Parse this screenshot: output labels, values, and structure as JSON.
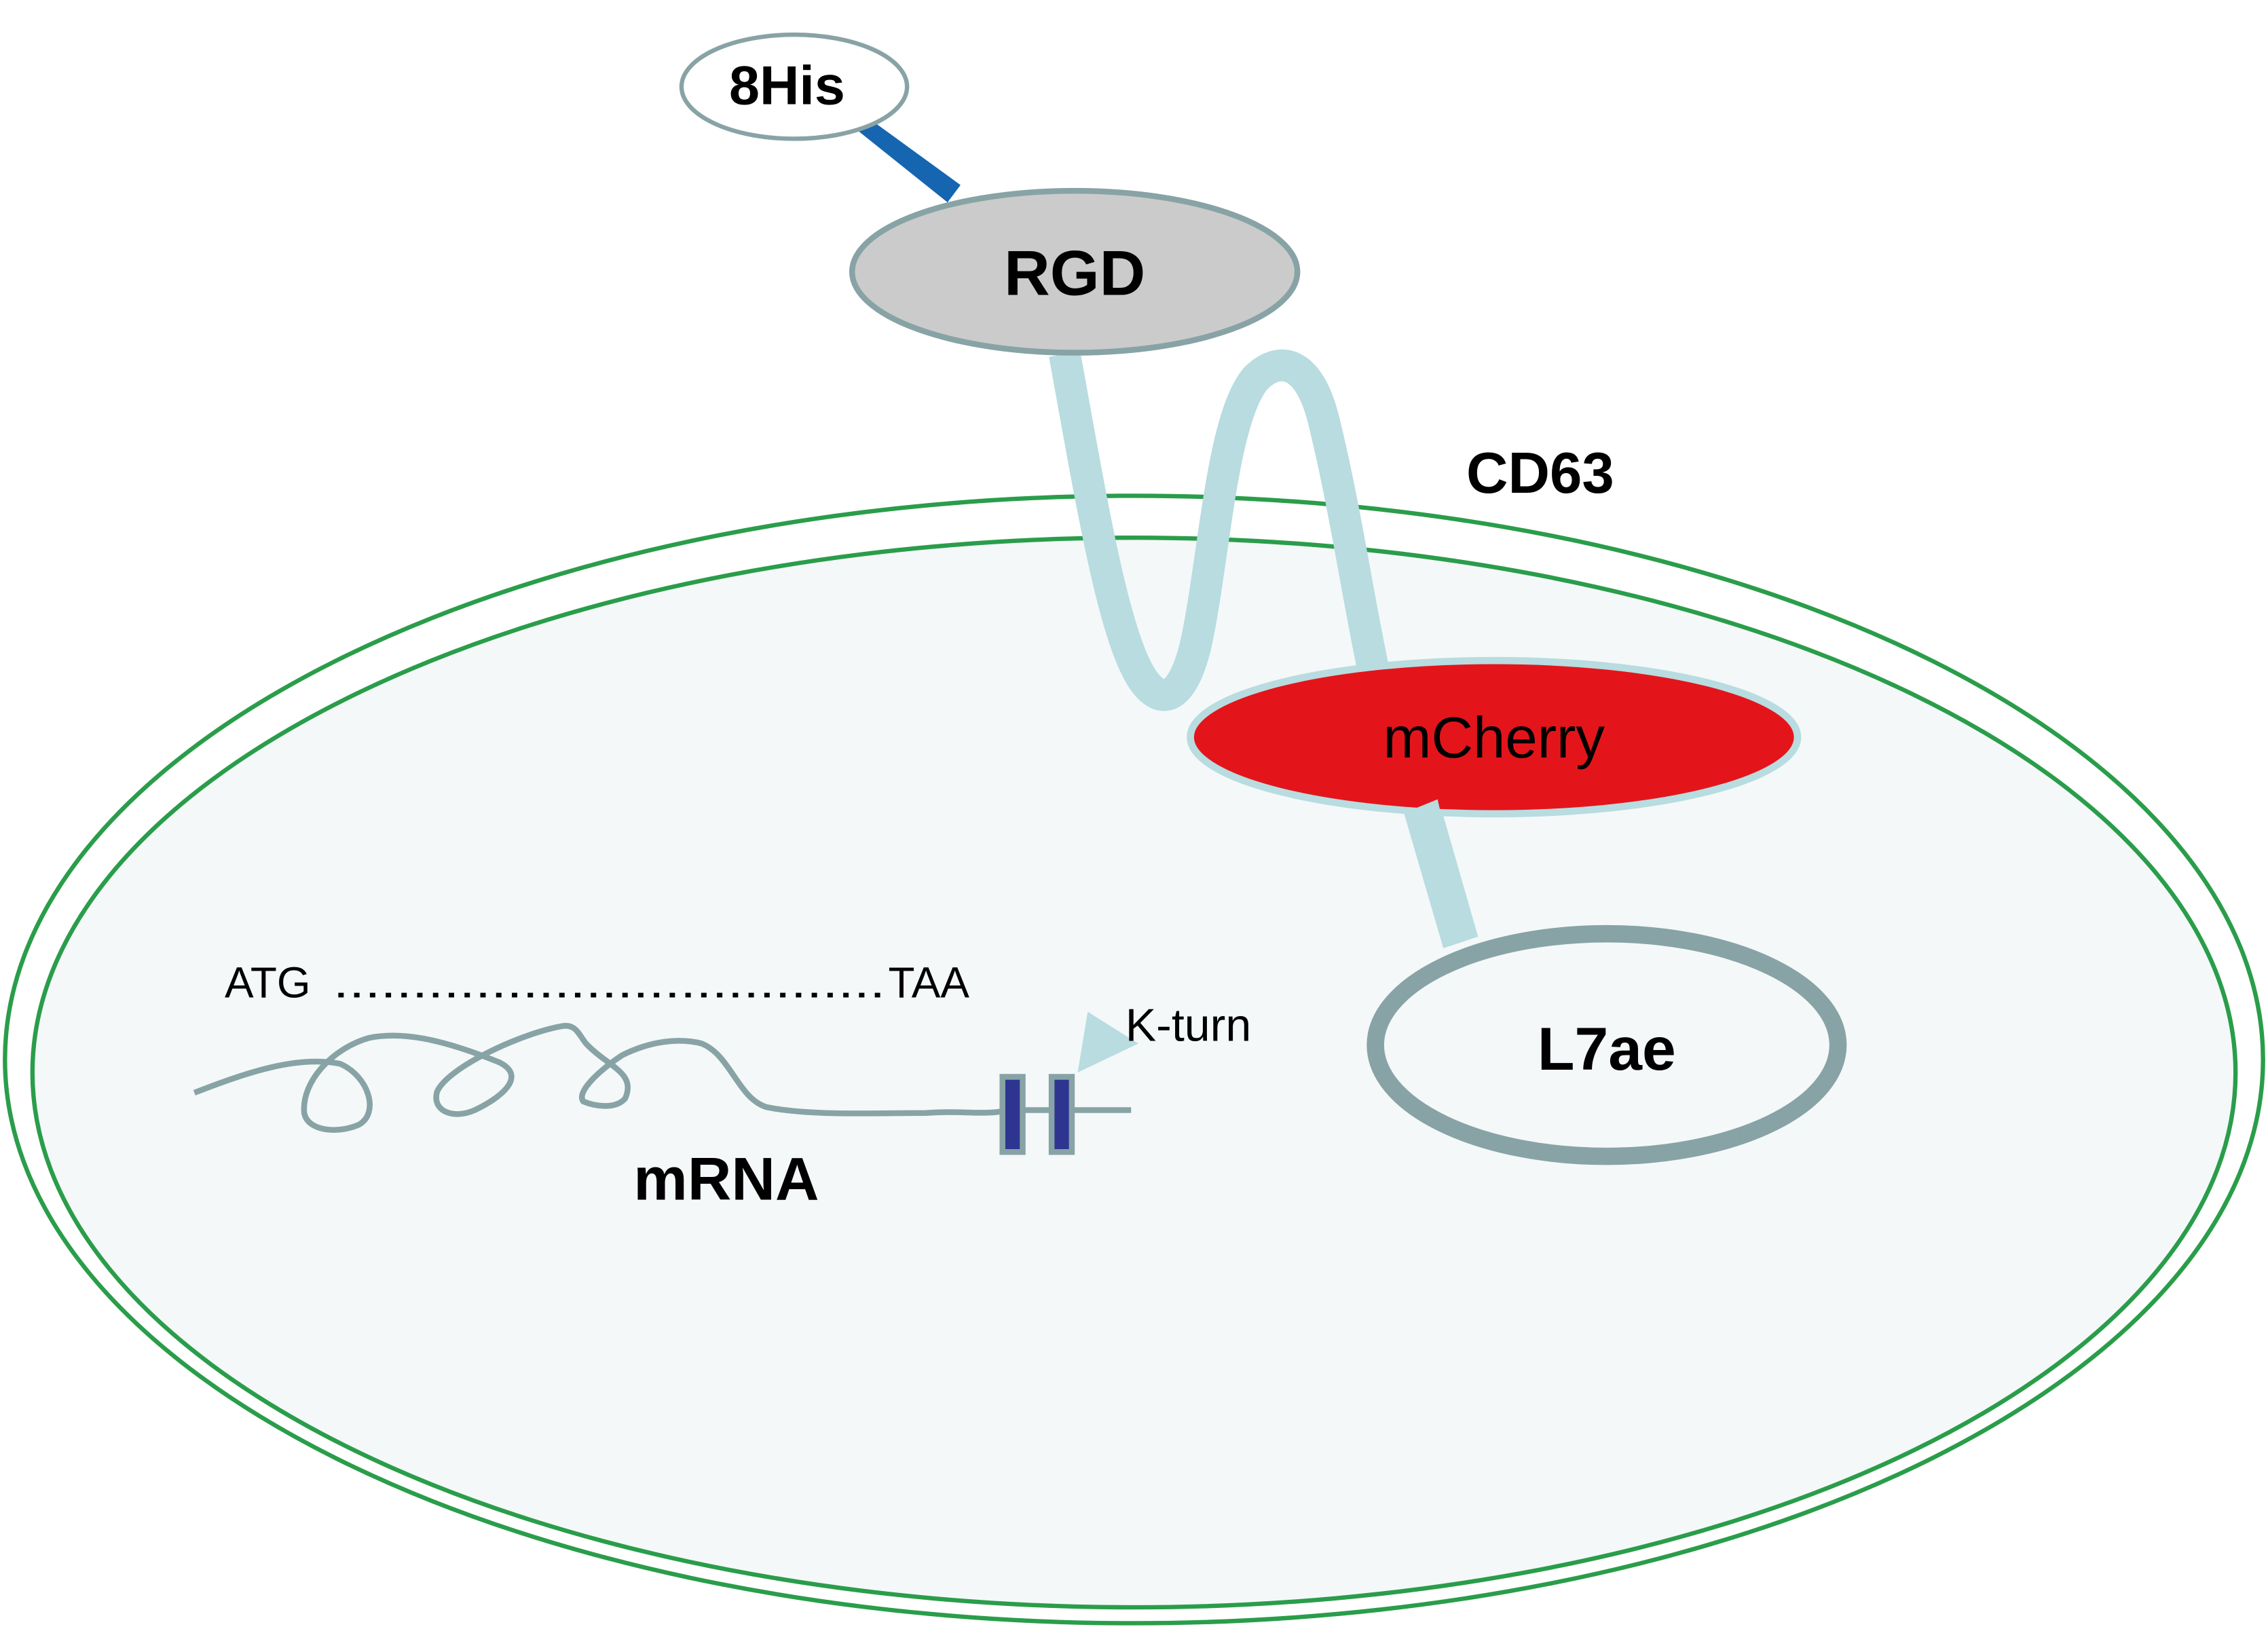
{
  "diagram": {
    "labels": {
      "his_tag": "8His",
      "rgd": "RGD",
      "cd63": "CD63",
      "mcherry": "mCherry",
      "l7ae": "L7ae",
      "start_codon": "ATG",
      "sequence_dots": "...................................",
      "stop_codon": "TAA",
      "kturn": "K-turn",
      "mrna": "mRNA"
    },
    "colors": {
      "membrane": "#2a9d4a",
      "cell_fill": "#f4f8f9",
      "cd63_chain": "#b8dce0",
      "his_linker": "#1565b0",
      "rgd_fill": "#cbcbcb",
      "outline_gray": "#88a3a5",
      "mcherry_fill": "#e3151b",
      "kturn_bar": "#2e3590"
    }
  }
}
